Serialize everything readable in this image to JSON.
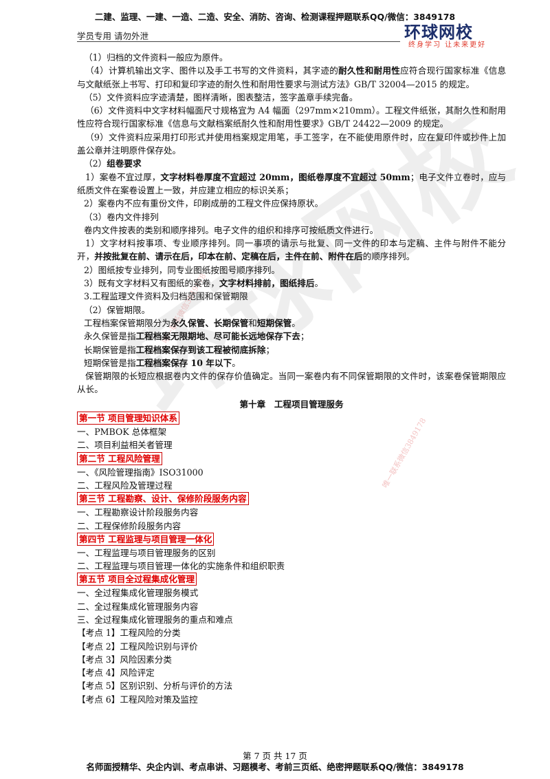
{
  "header": {
    "top": "二建、监理、一建、一造、二造、安全、消防、咨询、检测课程押题联系QQ/微信：3849178",
    "left": "学员专用 请勿外泄",
    "logo_main": "环球网校",
    "logo_sub": "终身学习 让未来更好"
  },
  "watermark": {
    "big": "环球网校",
    "small1": "唯一联系微信3849178",
    "small2": "唯一联系微信3849178"
  },
  "body": {
    "l1": "（1）归档的文件资料一般应为原件。",
    "l2a": "（4）计算机输出文字、图件以及手工书写的文件资料，其字迹的",
    "l2b": "耐久性和耐用性",
    "l2c": "应符合现行国家标准《信息与文献纸张上书写、打印和复印字迹的耐久性和耐用性要求与测试方法》GB/T 32004—2015 的规定。",
    "l3": "（5）文件资料应字迹清楚，图样清晰，图表整洁，签字盖章手续完备。",
    "l4": "（6）文件资料中文字材料幅面尺寸规格宜为 A4 幅面（297mm×210mm）。工程文件纸张，其耐久性和耐用性应符合现行国家标准《信息与文献档案纸耐久性和耐用性要求》GB/T 24422—2009 的规定。",
    "l5": "（9）文件资料应采用打印形式并使用档案规定用笔，手工签字，在不能使用原件时，应在复印件或抄件上加盖公章并注明原件保存处。",
    "l6a": "（2）",
    "l6b": "组卷要求",
    "l7a": "1）案卷不宜过厚，",
    "l7b": "文字材料卷厚度不宜超过 20mm，图纸卷厚度不宜超过 50mm",
    "l7c": "；电子文件立卷时，应与纸质文件在案卷设置上一致，并应建立相应的标识关系；",
    "l8": "2）案卷内不应有重份文件，印刷成册的工程文件应保持原状。",
    "l9": "（3）卷内文件排列",
    "l10": "卷内文件按表的类别和顺序排列。电子文件的组织和排序可按纸质文件进行。",
    "l11a": "1）文字材料按事项、专业顺序排列。同一事项的请示与批复、同一文件的印本与定稿、主件与附件不能分开，",
    "l11b": "并按批复在前、请示在后，印本在前、定稿在后，主件在前、附件在后",
    "l11c": "的顺序排列。",
    "l12": "2）图纸按专业排列，同专业图纸按图号顺序排列。",
    "l13a": "3）既有文字材料又有图纸的案卷，",
    "l13b": "文字材料排前，图纸排后",
    "l13c": "。",
    "l14": "3.工程监理文件资料及归档范围和保管期限",
    "l15": "（2）保管期限。",
    "l16a": "工程档案保管期限分为",
    "l16b": "永久保管、长期保管",
    "l16c": "和",
    "l16d": "短期保管",
    "l16e": "。",
    "l17a": "永久保管是指",
    "l17b": "工程档案无限期地、尽可能长远地保存下去",
    "l17c": "；",
    "l18a": "长期保管是指",
    "l18b": "工程档案保存到该工程被彻底拆除",
    "l18c": "；",
    "l19a": "短期保管是指",
    "l19b": "工程档案保存 10 年以下",
    "l19c": "。",
    "l20": "保管期限的长短应根据卷内文件的保存价值确定。当同一案卷内有不同保管期限的文件时，该案卷保管期限应从长。"
  },
  "chapter": "第十章　工程项目管理服务",
  "sections": [
    {
      "title": "第一节 项目管理知识体系",
      "items": [
        "一、PMBOK 总体框架",
        "二、项目利益相关者管理"
      ]
    },
    {
      "title": "第二节 工程风险管理",
      "items": [
        "一、《风险管理指南》ISO31000",
        "二、工程风险及管理过程"
      ]
    },
    {
      "title": "第三节 工程勘察、设计、保修阶段服务内容",
      "items": [
        "一、工程勘察设计阶段服务内容",
        "二、工程保修阶段服务内容"
      ]
    },
    {
      "title": "第四节 工程监理与项目管理一体化",
      "items": [
        "一、工程监理与项目管理服务的区别",
        "二、工程监理与项目管理一体化的实施条件和组织职责"
      ]
    },
    {
      "title": "第五节 项目全过程集成化管理",
      "items": [
        "一、全过程集成化管理服务模式",
        "二、全过程集成化管理服务内容",
        "三、全过程集成化管理服务的重点和难点"
      ]
    }
  ],
  "kaodian": [
    "【考点 1】工程风险的分类",
    "【考点 2】工程风险识别与评价",
    "【考点 3】风险因素分类",
    "【考点 4】风险评定",
    "【考点 5】区别识别、分析与评价的方法",
    "【考点 6】工程风险对策及监控"
  ],
  "footer": {
    "page": "第 7 页 共 17 页",
    "bottom": "名师面授精华、央企内训、考点串讲、习题模考、考前三页纸、绝密押题联系QQ/微信：3849178"
  }
}
